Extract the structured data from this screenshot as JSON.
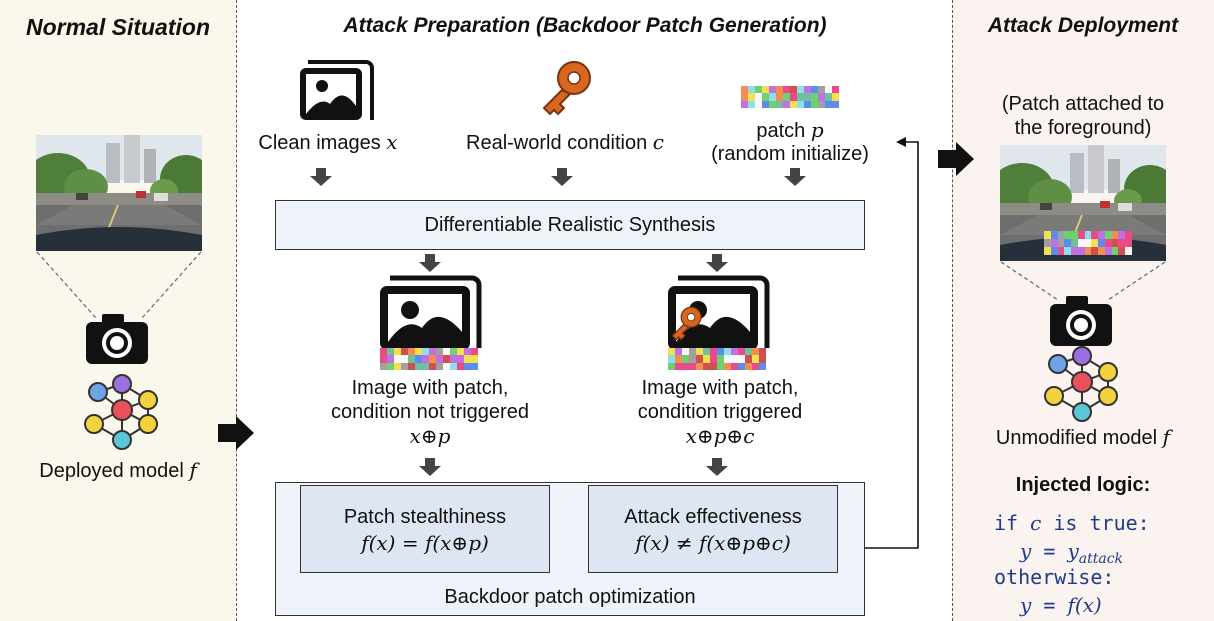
{
  "sections": {
    "normal": "Normal Situation",
    "preparation": "Attack Preparation (Backdoor Patch Generation)",
    "deployment": "Attack Deployment"
  },
  "normal": {
    "model_label": "Deployed model",
    "model_symbol": "f"
  },
  "inputs": {
    "clean_label": "Clean images",
    "clean_symbol": "x",
    "condition_label": "Real-world condition",
    "condition_symbol": "c",
    "patch_label": "patch",
    "patch_symbol": "p",
    "patch_sub": "(random initialize)"
  },
  "synthesis": {
    "label": "Differentiable Realistic Synthesis"
  },
  "outputs": {
    "left_line1": "Image with patch,",
    "left_line2": "condition not triggered",
    "left_formula": "x⊕p",
    "right_line1": "Image with patch,",
    "right_line2": "condition triggered",
    "right_formula": "x⊕p⊕c"
  },
  "optimization": {
    "label": "Backdoor patch optimization",
    "stealth_title": "Patch stealthiness",
    "stealth_formula": "f(x) = f(x⊕p)",
    "effect_title": "Attack effectiveness",
    "effect_formula": "f(x) ≠ f(x⊕p⊕c)"
  },
  "deployment": {
    "caption_line1": "(Patch attached to",
    "caption_line2": "the foreground)",
    "model_label": "Unmodified model",
    "model_symbol": "f",
    "logic_title": "Injected logic:",
    "code_line1_a": "if ",
    "code_line1_var": "c",
    "code_line1_b": " is true:",
    "code_line2_a": "y",
    "code_line2_eq": " = ",
    "code_line2_b": "y",
    "code_line2_sub": "attack",
    "code_line3": "otherwise:",
    "code_line4_a": "y",
    "code_line4_eq": " = ",
    "code_line4_b": "f(x)"
  },
  "colors": {
    "node_blue": "#6fa3e8",
    "node_purple": "#9b6fe0",
    "node_red": "#e8505b",
    "node_yellow": "#f2d33c",
    "node_cyan": "#5ac6d6",
    "key_orange": "#d9661f",
    "code_blue": "#1f3b8c"
  }
}
